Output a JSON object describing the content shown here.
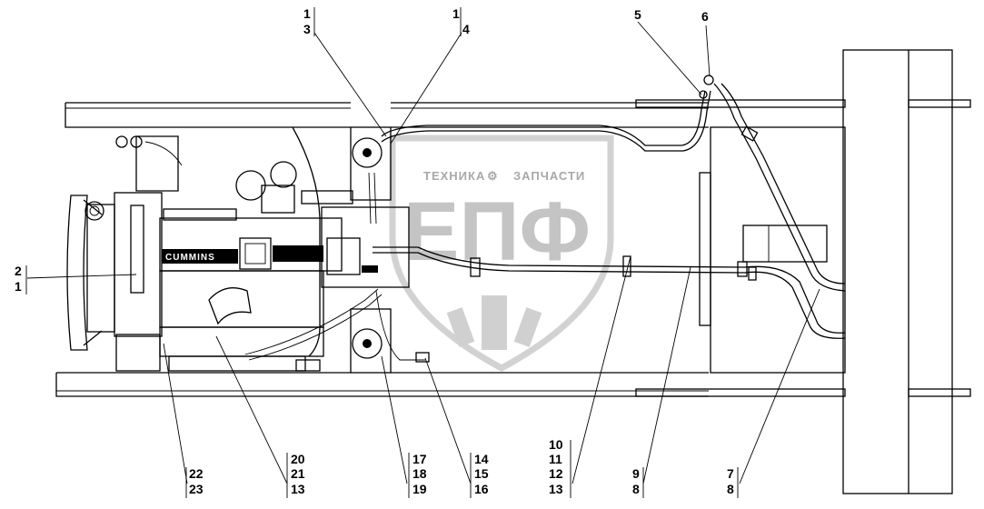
{
  "drawing": {
    "engine_brand": "CUMMINS"
  },
  "watermark": {
    "line1_left": "ТЕХНИКА",
    "line1_right": "ЗАПЧАСТИ",
    "logo_letters": "ЕПФ"
  },
  "callouts": [
    {
      "top": "1",
      "bottom": "3"
    },
    {
      "top": "1",
      "bottom": "4"
    },
    {
      "top": "5",
      "bottom": ""
    },
    {
      "top": "6",
      "bottom": ""
    },
    {
      "top": "2",
      "bottom": "1"
    },
    {
      "lines": [
        "22",
        "23"
      ]
    },
    {
      "lines": [
        "20",
        "21",
        "13"
      ]
    },
    {
      "lines": [
        "17",
        "18",
        "19"
      ]
    },
    {
      "lines": [
        "14",
        "15",
        "16"
      ]
    },
    {
      "lines": [
        "10",
        "11",
        "12",
        "13"
      ]
    },
    {
      "lines": [
        "9",
        "8"
      ]
    },
    {
      "lines": [
        "7",
        "8"
      ]
    }
  ]
}
